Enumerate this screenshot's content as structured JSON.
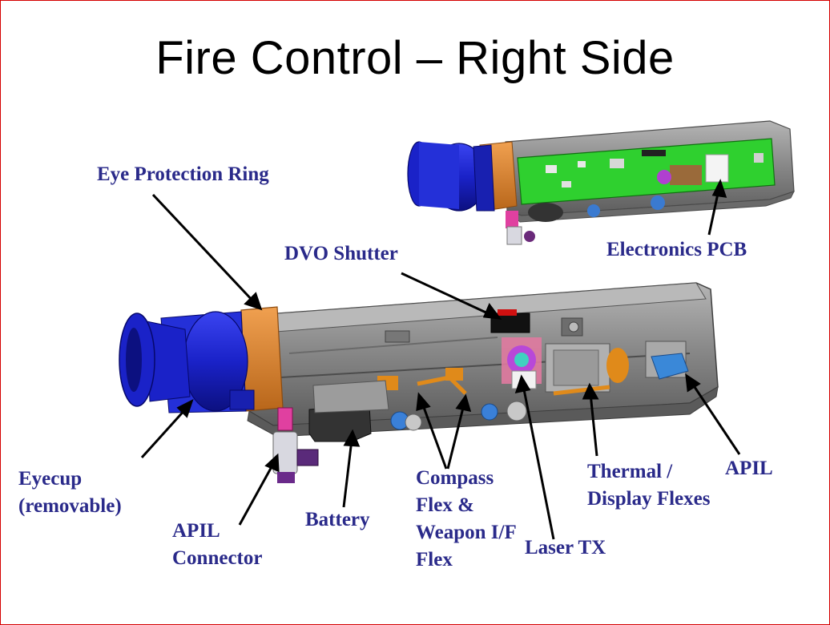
{
  "slide": {
    "title": "Fire Control – Right Side"
  },
  "labels": {
    "eye_protection_ring": "Eye Protection Ring",
    "dvo_shutter": "DVO Shutter",
    "electronics_pcb": "Electronics PCB",
    "eyecup_line1": "Eyecup",
    "eyecup_line2": "(removable)",
    "apil_connector_line1": "APIL",
    "apil_connector_line2": "Connector",
    "battery": "Battery",
    "compass_line1": "Compass",
    "compass_line2": "Flex &",
    "compass_line3": "Weapon I/F",
    "compass_line4": "Flex",
    "laser_tx": "Laser TX",
    "thermal_line1": "Thermal /",
    "thermal_line2": "Display Flexes",
    "apil": "APIL"
  },
  "colors": {
    "label_text": "#2a2a8a",
    "housing_grey": "#8d8d8d",
    "eyecup_blue": "#1a22c8",
    "ring_orange": "#d07a1e",
    "pcb_green": "#2fd02f",
    "slide_border": "#d40000"
  }
}
